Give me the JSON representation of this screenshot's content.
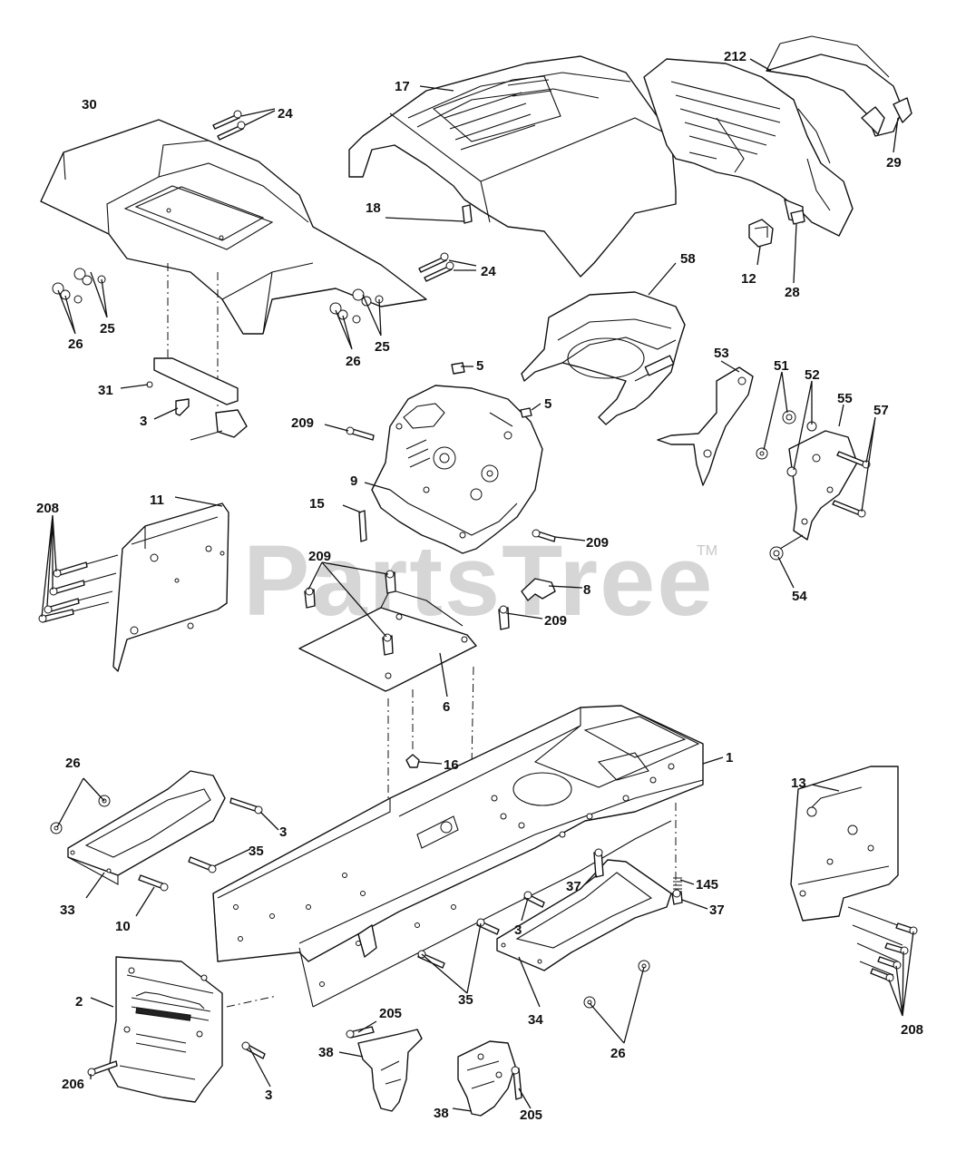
{
  "watermark": {
    "text": "PartsTree",
    "trademark": "TM"
  },
  "labels": {
    "l30": "30",
    "l24a": "24",
    "l17": "17",
    "l212": "212",
    "l29": "29",
    "l18": "18",
    "l24b": "24",
    "l12": "12",
    "l28": "28",
    "l25a": "25",
    "l26a": "26",
    "l25b": "25",
    "l26b": "26",
    "l58": "58",
    "l5a": "5",
    "l5b": "5",
    "l31": "31",
    "l3a": "3",
    "l209a": "209",
    "l9": "9",
    "l53": "53",
    "l51": "51",
    "l52": "52",
    "l55": "55",
    "l57": "57",
    "l208a": "208",
    "l11": "11",
    "l15": "15",
    "l209b": "209",
    "l209c": "209",
    "l8": "8",
    "l209d": "209",
    "l54": "54",
    "l6": "6",
    "l16": "16",
    "l1": "1",
    "l26c": "26",
    "l3b": "3",
    "l35a": "35",
    "l33": "33",
    "l10": "10",
    "l13": "13",
    "l37a": "37",
    "l145": "145",
    "l37b": "37",
    "l3c": "3",
    "l2": "2",
    "l35b": "35",
    "l34": "34",
    "l205a": "205",
    "l38a": "38",
    "l26d": "26",
    "l208b": "208",
    "l206": "206",
    "l3d": "3",
    "l38b": "38",
    "l205b": "205"
  }
}
